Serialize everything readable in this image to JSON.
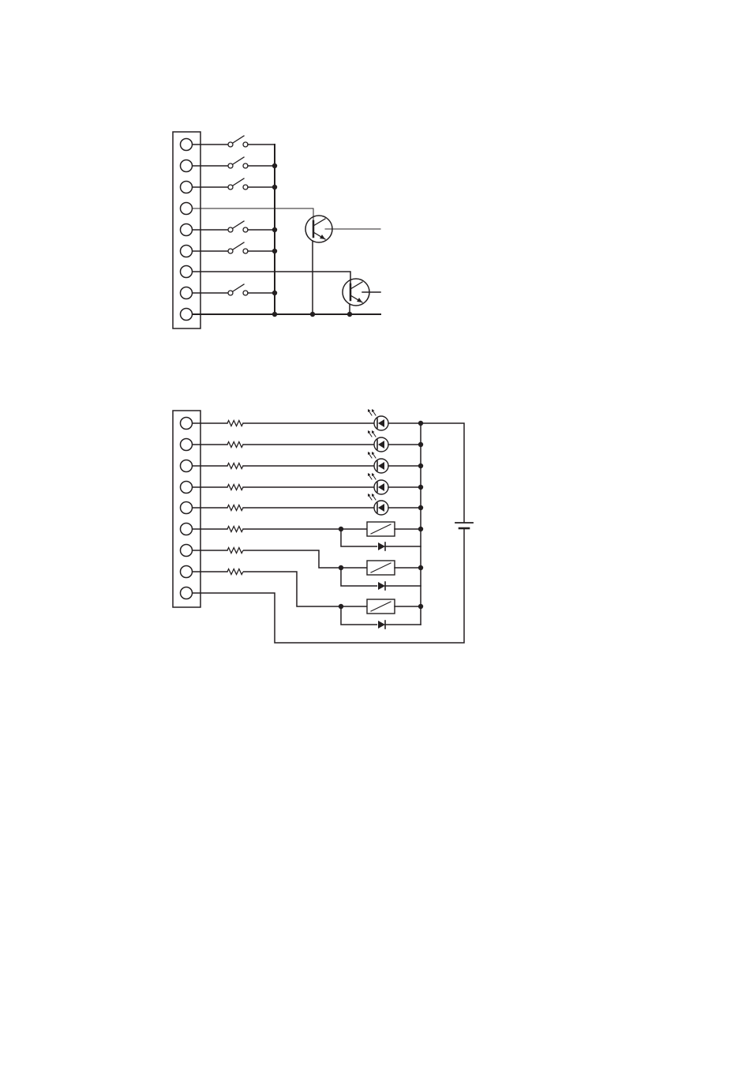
{
  "colors": {
    "ink": "#231f20",
    "background": "#ffffff"
  },
  "input_diagram": {
    "terminals": [
      {
        "id": 1,
        "device": "switch"
      },
      {
        "id": 2,
        "device": "switch"
      },
      {
        "id": 3,
        "device": "switch"
      },
      {
        "id": 4,
        "device": "transistor"
      },
      {
        "id": 5,
        "device": "switch"
      },
      {
        "id": 6,
        "device": "switch"
      },
      {
        "id": 7,
        "device": "transistor"
      },
      {
        "id": 8,
        "device": "switch"
      },
      {
        "id": 9,
        "device": "common"
      }
    ],
    "transistors": [
      {
        "id": "Q1",
        "type": "npn",
        "base_terminal": 4
      },
      {
        "id": "Q2",
        "type": "npn",
        "base_terminal": 7
      }
    ]
  },
  "output_diagram": {
    "terminals": [
      {
        "id": 1,
        "load": "led"
      },
      {
        "id": 2,
        "load": "led"
      },
      {
        "id": 3,
        "load": "led"
      },
      {
        "id": 4,
        "load": "led"
      },
      {
        "id": 5,
        "load": "led"
      },
      {
        "id": 6,
        "load": "relay"
      },
      {
        "id": 7,
        "load": "relay"
      },
      {
        "id": 8,
        "load": "relay"
      },
      {
        "id": 9,
        "load": "common"
      }
    ],
    "supply": "battery"
  }
}
